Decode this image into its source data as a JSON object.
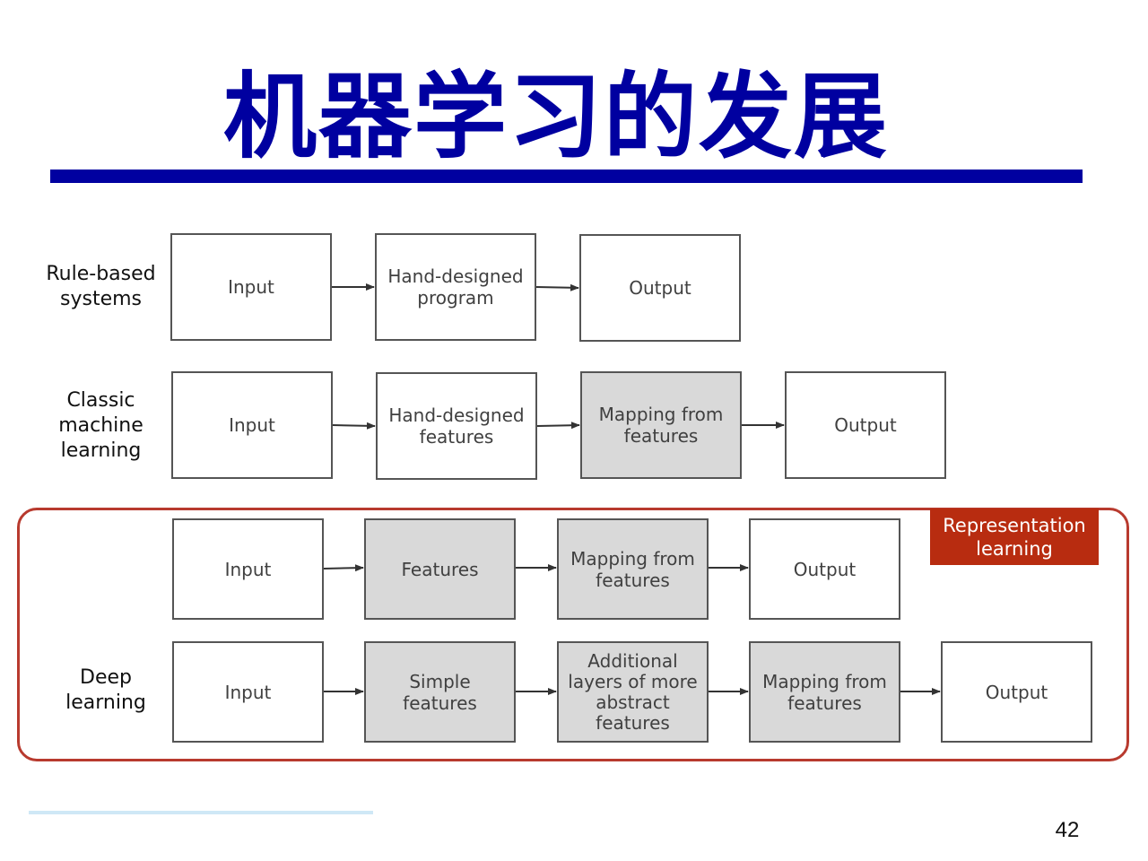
{
  "title": "机器学习的发展",
  "rows": {
    "rule_based": {
      "label": "Rule-based\nsystems",
      "boxes": [
        "Input",
        "Hand-designed\nprogram",
        "Output"
      ]
    },
    "classic_ml": {
      "label": "Classic\nmachine\nlearning",
      "boxes": [
        "Input",
        "Hand-designed\nfeatures",
        "Mapping from\nfeatures",
        "Output"
      ]
    },
    "representation": {
      "boxes": [
        "Input",
        "Features",
        "Mapping from\nfeatures",
        "Output"
      ]
    },
    "deep_learning": {
      "label": "Deep\nlearning",
      "boxes": [
        "Input",
        "Simple features",
        "Additional\nlayers of more\nabstract\nfeatures",
        "Mapping from\nfeatures",
        "Output"
      ]
    }
  },
  "representation_badge": "Representation\nlearning",
  "page_number": "42",
  "colors": {
    "title": "#0000a0",
    "frame": "#b83a2e",
    "badge": "#b82c10",
    "shaded_box": "#d9d9d9"
  }
}
